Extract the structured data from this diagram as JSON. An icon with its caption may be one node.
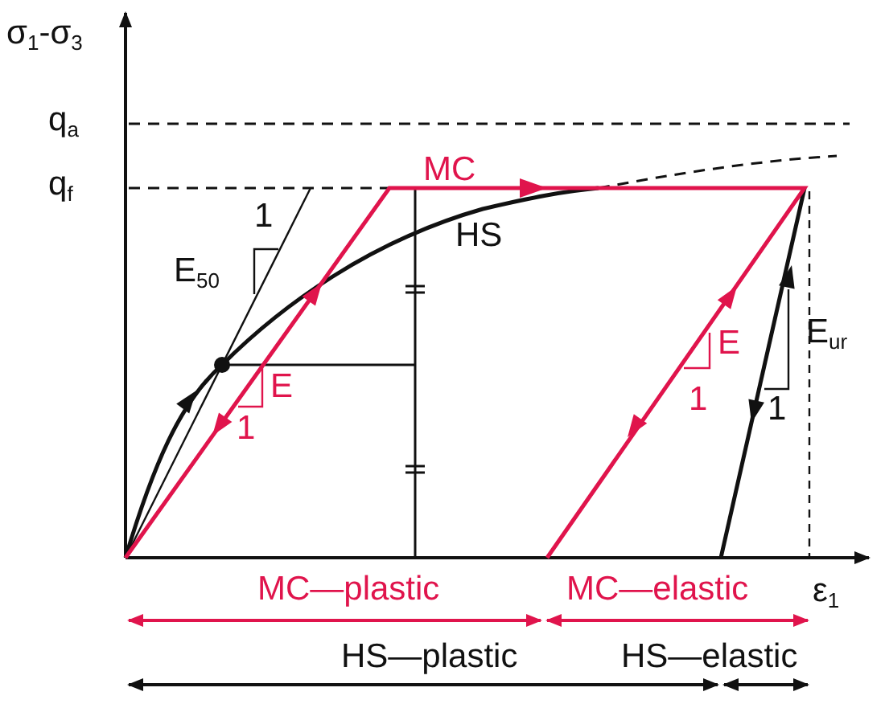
{
  "diagram": {
    "labels": [
      "σ$_{1}$-σ$_{3}$",
      "q$_{a}$",
      "q$_{f}$",
      "MC",
      "1",
      "E$_{50}$",
      "HS",
      "E",
      "1",
      "E",
      "1",
      "E$_{ur}$",
      "1",
      "ε$_{1}$",
      "MC—plastic",
      "MC—elastic",
      "HS—plastic",
      "HS—elastic"
    ]
  }
}
